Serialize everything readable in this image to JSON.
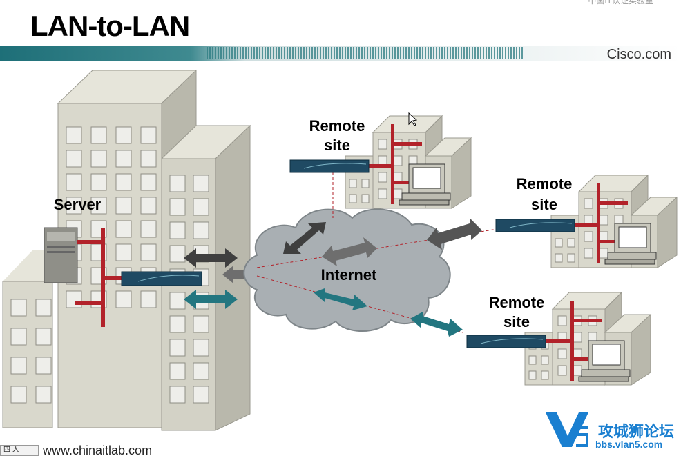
{
  "slide": {
    "title": "LAN-to-LAN",
    "brand": "Cisco.com",
    "top_mark": "中国IT认证实验室",
    "footer_url": "www.chinaitlab.com",
    "corner_box_text": "四 人",
    "watermark": {
      "text": "攻城狮论坛",
      "domain": "bbs.vlan5.com",
      "logo": "V5"
    }
  },
  "diagram": {
    "server_label": "Server",
    "internet_label": "Internet",
    "remote_sites": [
      {
        "label_line1": "Remote",
        "label_line2": "site"
      },
      {
        "label_line1": "Remote",
        "label_line2": "site"
      },
      {
        "label_line1": "Remote",
        "label_line2": "site"
      }
    ]
  },
  "colors": {
    "band_teal": "#2a7a80",
    "building": "#d9d8cc",
    "building_dark": "#b9b8ac",
    "window": "#eeeeea",
    "router": "#1f4a63",
    "vlan_red": "#b2222a",
    "arrow_gray": "#5e5e5e",
    "arrow_teal": "#237680",
    "cloud": "#a9afb3",
    "watermark_blue": "#1a7fd0"
  }
}
